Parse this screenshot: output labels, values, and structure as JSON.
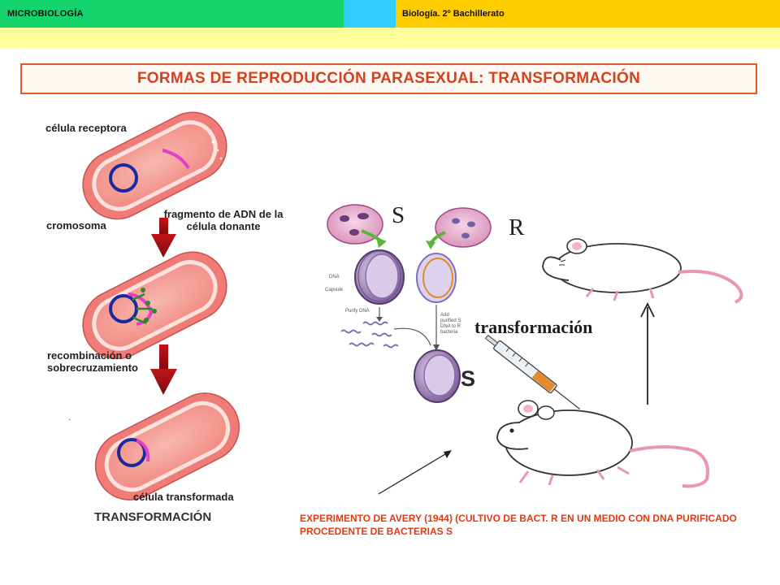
{
  "header": {
    "left_label": "MICROBIOLOGÍA",
    "right_label": "Biología. 2º Bachillerato"
  },
  "title": "FORMAS DE REPRODUCCIÓN PARASEXUAL: TRANSFORMACIÓN",
  "left_diagram": {
    "label_receptor": "célula receptora",
    "label_chromosome": "cromosoma",
    "label_fragment": "fragmento de ADN de la célula donante",
    "label_recombination": "recombinación o sobrecruzamiento",
    "label_transformed": "célula transformada",
    "caption": "TRANSFORMACIÓN"
  },
  "right_diagram": {
    "strain_s": "S",
    "strain_r": "R",
    "label_dna": "DNA",
    "label_capsule": "Capsule",
    "label_purify": "Purify DNA",
    "label_add": "Add purified S DNA to R bacteria",
    "result_s": "S",
    "transform_label": "transformación"
  },
  "caption": "EXPERIMENTO DE AVERY (1944) (CULTIVO DE BACT. R EN UN MEDIO CON DNA PURIFICADO PROCEDENTE DE BACTERIAS S",
  "colors": {
    "header_green": "#14d46e",
    "header_cyan": "#33ccff",
    "header_yellow": "#ffcc00",
    "title_red": "#d6401f"
  }
}
